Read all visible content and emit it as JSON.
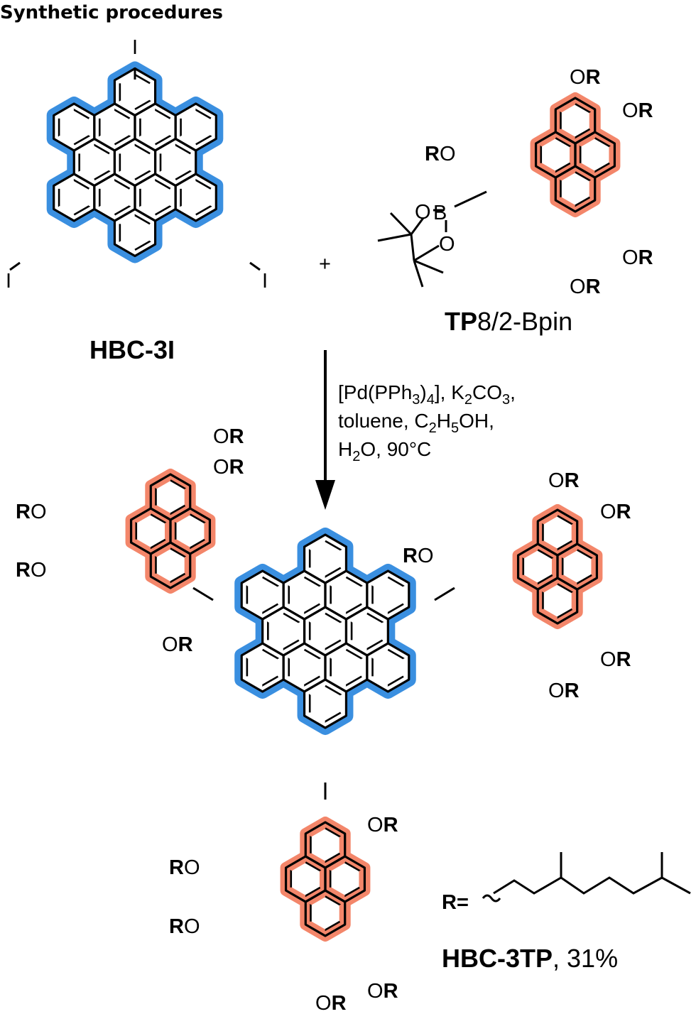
{
  "heading": "Synthetic procedures",
  "plus": "+",
  "colors": {
    "hbc_highlight": "#3a8fe0",
    "tp_highlight": "#f3866a",
    "bond": "#000000"
  },
  "reactant1": {
    "label": "HBC-3I",
    "iodo": "I"
  },
  "reactant2": {
    "label_bold": "TP",
    "label_rest": "8/2-Bpin",
    "substituent_R": "R",
    "substituent_O": "O",
    "boron": "B"
  },
  "conditions": {
    "line1": {
      "a": "[Pd(PPh",
      "s1": "3",
      "b": ")",
      "s2": "4",
      "c": "], K",
      "s3": "2",
      "d": "CO",
      "s4": "3",
      "e": ","
    },
    "line2": {
      "a": "toluene,  C",
      "s1": "2",
      "b": "H",
      "s2": "5",
      "c": "OH,"
    },
    "line3": {
      "a": "H",
      "s1": "2",
      "b": "O,  90°C"
    }
  },
  "product": {
    "label_bold": "HBC-3TP",
    "yield": ", 31%"
  },
  "r_definition": {
    "prefix": "R="
  }
}
